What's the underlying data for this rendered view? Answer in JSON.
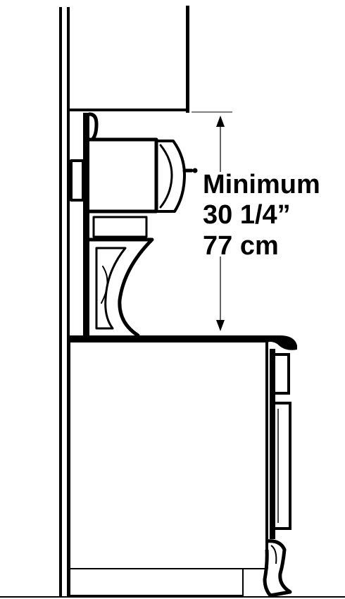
{
  "dimension_label": {
    "line1": "Minimum",
    "line2": "30 1/4”",
    "line3": "77 cm"
  },
  "colors": {
    "ink": "#000000",
    "paper": "#ffffff"
  }
}
